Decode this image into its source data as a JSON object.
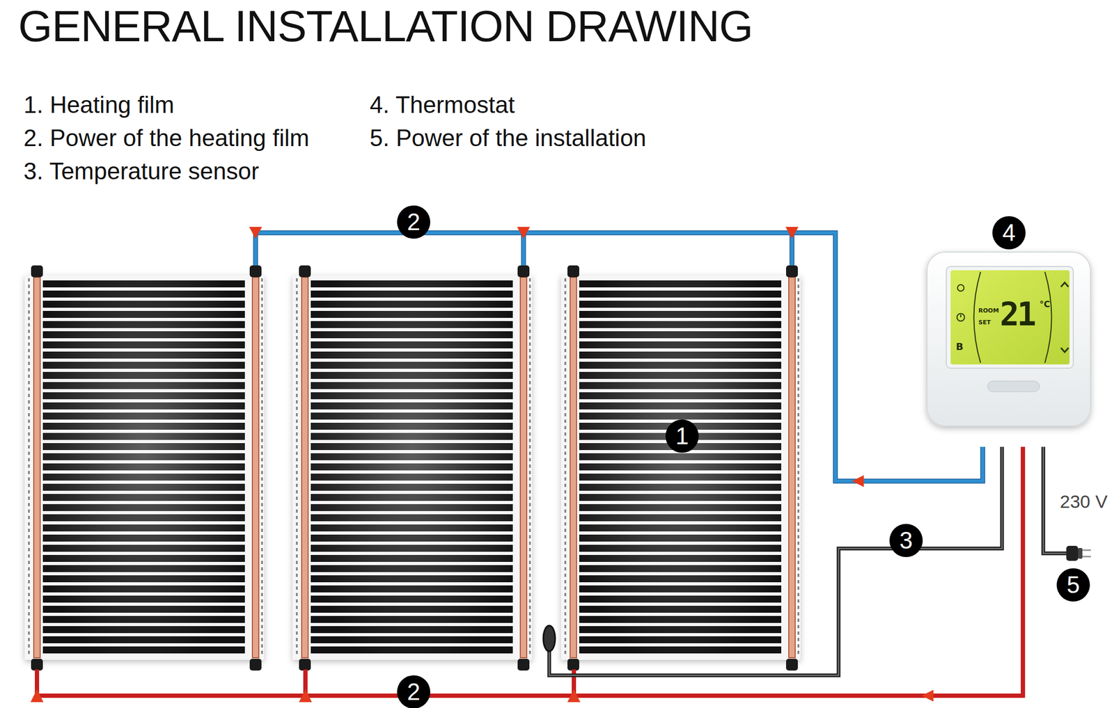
{
  "diagram": {
    "title": "GENERAL INSTALLATION DRAWING",
    "nodes": [
      {
        "text": [
          "ROOM",
          "SET",
          "21",
          "°C",
          "B"
        ]
      }
    ],
    "labels": [
      "1",
      "2",
      "2",
      "3",
      "4",
      "5",
      "230 V"
    ],
    "legend": [
      {
        "text": "1. Heating film"
      },
      {
        "text": "2. Power of the heating film"
      },
      {
        "text": "3. Temperature sensor"
      },
      {
        "text": "4. Thermostat"
      },
      {
        "text": "5. Power of the installation"
      }
    ]
  }
}
